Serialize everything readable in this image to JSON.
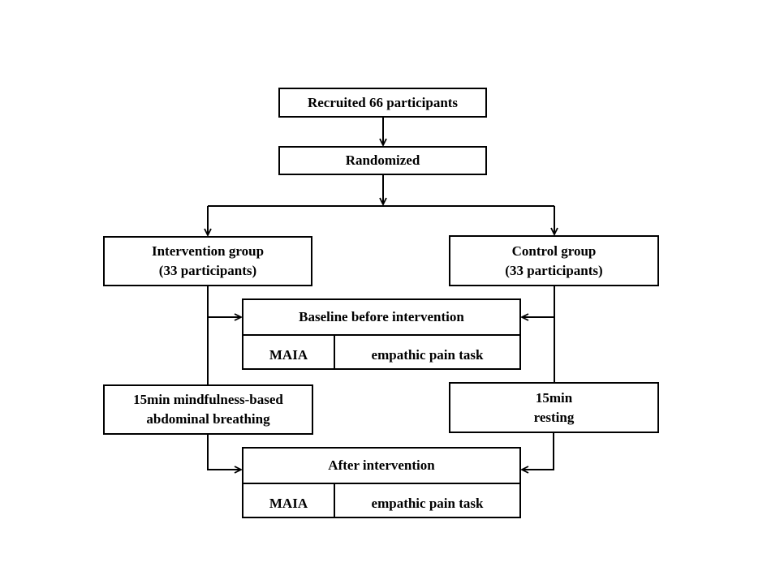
{
  "recruit": {
    "label": "Recruited 66 participants"
  },
  "randomize": {
    "label": "Randomized"
  },
  "intervention_group": {
    "line1": "Intervention group",
    "line2": "(33 participants)"
  },
  "control_group": {
    "line1": "Control group",
    "line2": "(33 participants)"
  },
  "baseline": {
    "title": "Baseline before intervention",
    "left_cell": "MAIA",
    "right_cell": "empathic pain task"
  },
  "mindfulness": {
    "line1": "15min mindfulness-based",
    "line2": "abdominal breathing"
  },
  "resting": {
    "line1": "15min",
    "line2": "resting"
  },
  "after": {
    "title": "After intervention",
    "left_cell": "MAIA",
    "right_cell": "empathic pain task"
  }
}
